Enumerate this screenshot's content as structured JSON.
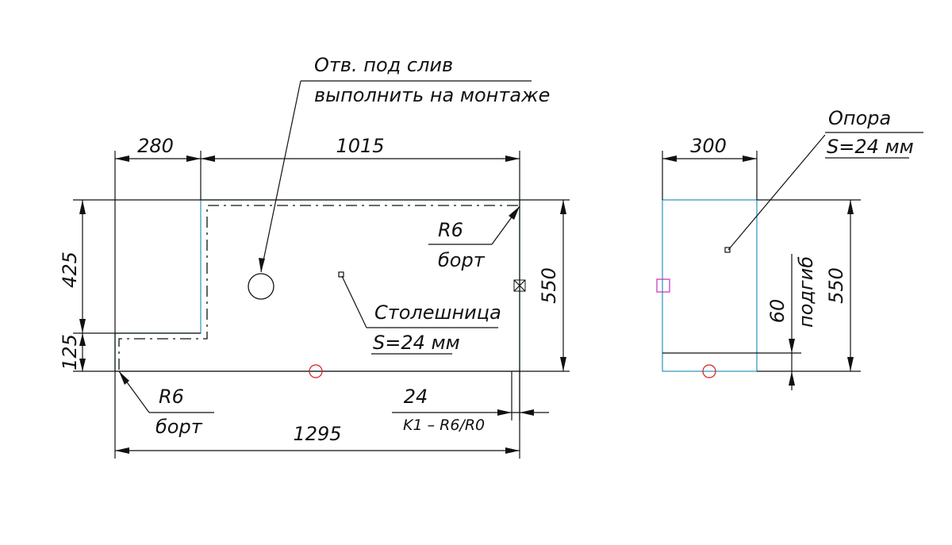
{
  "drawing": {
    "drain_note_line1": "Отв. под слив",
    "drain_note_line2": "выполнить на монтаже",
    "left": {
      "dim_top_small": "280",
      "dim_top_large": "1015",
      "dim_left_upper": "425",
      "dim_left_lower": "125",
      "dim_right": "550",
      "dim_bottom": "1295",
      "radius_top": "R6",
      "radius_top_note": "борт",
      "radius_bottom": "R6",
      "radius_bottom_note": "борт",
      "part_name": "Столешница",
      "part_thickness": "S=24 мм",
      "edge_value": "24",
      "edge_note": "K1 – R6/R0"
    },
    "right": {
      "dim_top": "300",
      "part_name": "Опора",
      "part_thickness": "S=24 мм",
      "dim_bend": "60",
      "dim_bend_note": "подгиб",
      "dim_height": "550"
    },
    "colors": {
      "outline": "#3a9bbf",
      "marker_red": "#d81e1e",
      "marker_magenta": "#c030c0"
    }
  }
}
